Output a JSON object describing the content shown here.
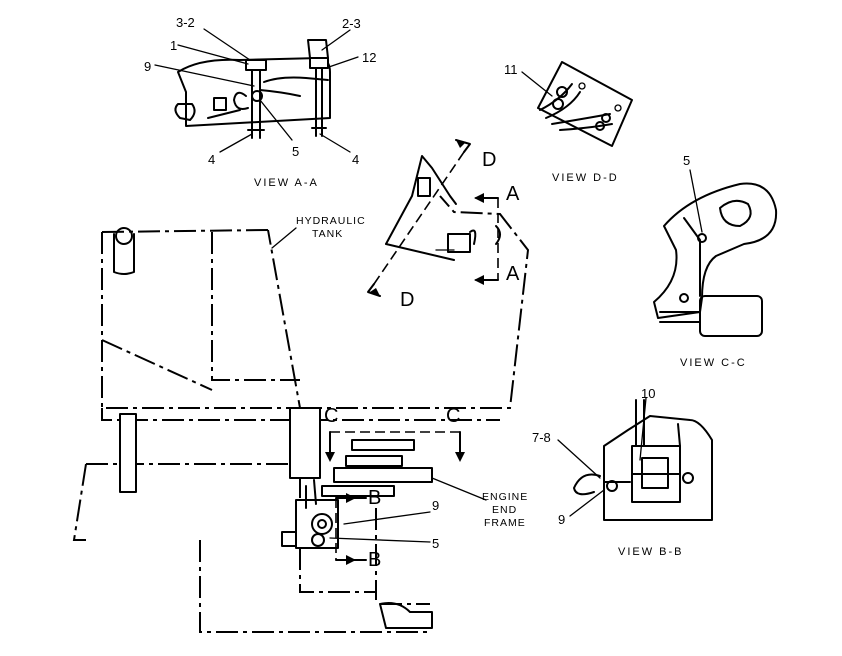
{
  "callouts": {
    "aa_3_2": "3-2",
    "aa_2_3": "2-3",
    "aa_1": "1",
    "aa_12": "12",
    "aa_9": "9",
    "aa_5": "5",
    "aa_4_left": "4",
    "aa_4_right": "4",
    "dd_11": "11",
    "cc_5": "5",
    "bb_10": "10",
    "bb_7_8": "7-8",
    "bb_9": "9",
    "main_9": "9",
    "main_5": "5"
  },
  "view_titles": {
    "view_aa": "VIEW A-A",
    "view_dd": "VIEW D-D",
    "view_cc": "VIEW C-C",
    "view_bb": "VIEW B-B"
  },
  "notes": {
    "hydraulic": "HYDRAULIC",
    "tank": "TANK",
    "engine": "ENGINE",
    "end": "END",
    "frame": "FRAME"
  },
  "section_letters": {
    "d_top": "D",
    "d_bottom": "D",
    "a_top": "A",
    "a_bottom": "A",
    "c_left": "C",
    "c_right": "C",
    "b_top": "B",
    "b_bottom": "B"
  }
}
